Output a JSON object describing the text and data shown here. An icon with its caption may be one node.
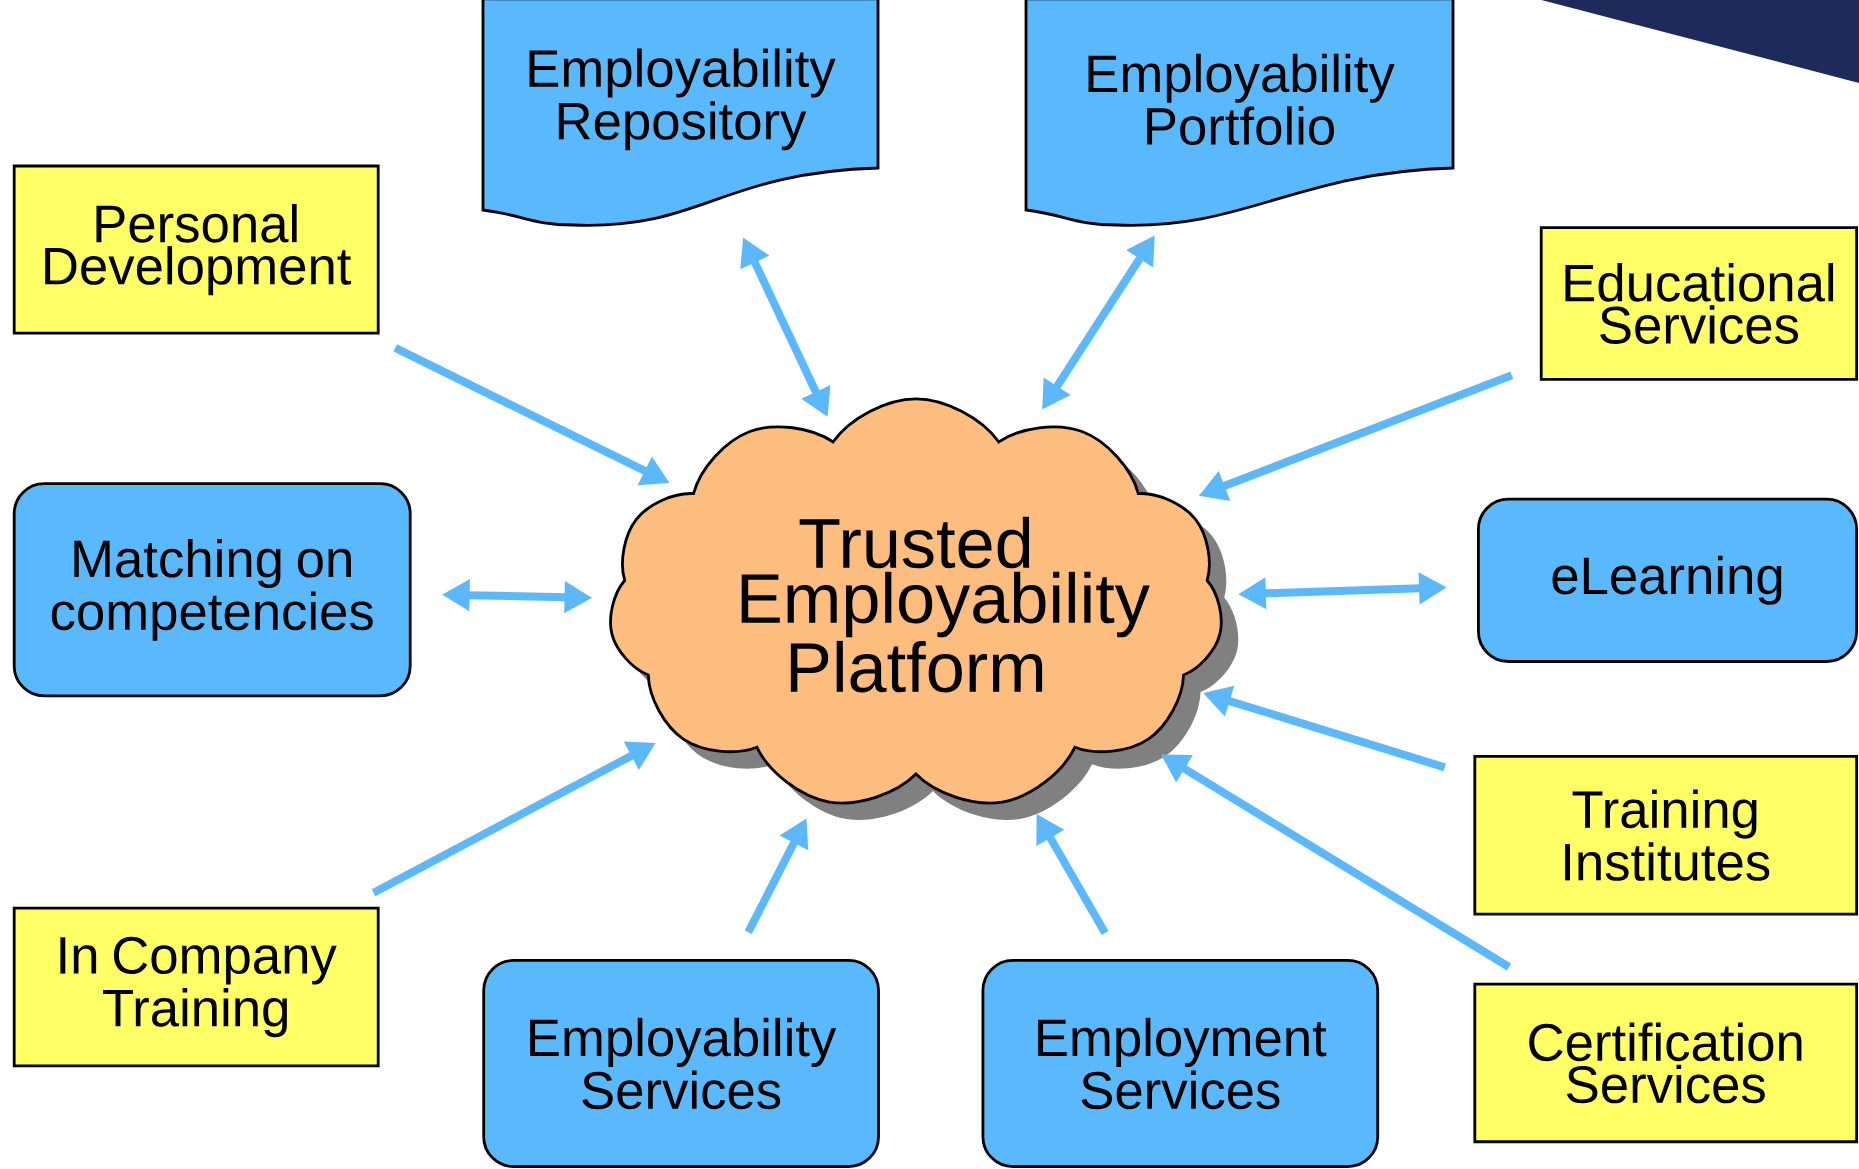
{
  "diagram": {
    "nodes": [
      {
        "text": [
          "Employability Repository"
        ]
      },
      {
        "text": [
          "Employability Portfolio"
        ]
      },
      {
        "text": [
          "Personal Development"
        ]
      },
      {
        "text": [
          "Educational Services"
        ]
      },
      {
        "text": [
          "Trusted Employability Platform"
        ]
      },
      {
        "text": [
          "Matching on competencies"
        ]
      },
      {
        "text": [
          "eLearning"
        ]
      },
      {
        "text": [
          "Training Institutes"
        ]
      },
      {
        "text": [
          "In Company Training"
        ]
      },
      {
        "text": [
          "Employability Services"
        ]
      },
      {
        "text": [
          "Employment Services"
        ]
      },
      {
        "text": [
          "Certification Services"
        ]
      }
    ],
    "edges": [
      {
        "from": 0,
        "to": 4,
        "arrow": "both"
      },
      {
        "from": 1,
        "to": 4,
        "arrow": "both"
      },
      {
        "from": 2,
        "to": 4,
        "arrow": "to"
      },
      {
        "from": 3,
        "to": 4,
        "arrow": "to"
      },
      {
        "from": 5,
        "to": 4,
        "arrow": "both"
      },
      {
        "from": 6,
        "to": 4,
        "arrow": "both"
      },
      {
        "from": 7,
        "to": 4,
        "arrow": "to"
      },
      {
        "from": 8,
        "to": 4,
        "arrow": "to"
      },
      {
        "from": 9,
        "to": 4,
        "arrow": "to"
      },
      {
        "from": 10,
        "to": 4,
        "arrow": "to"
      },
      {
        "from": 11,
        "to": 4,
        "arrow": "to"
      }
    ]
  }
}
